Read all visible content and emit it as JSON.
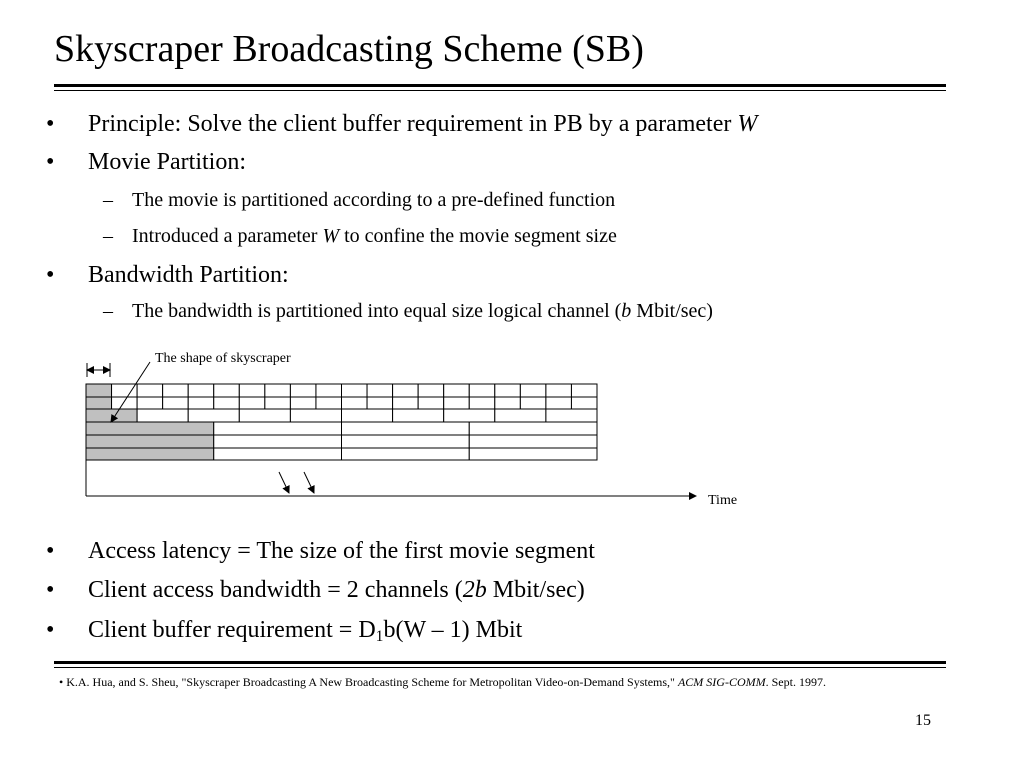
{
  "slide": {
    "title": "Skyscraper Broadcasting Scheme (SB)",
    "bullet_symbol": "•",
    "dash_symbol": "–",
    "bullets_top": [
      {
        "parts": [
          {
            "text": "Principle: Solve the client buffer requirement in PB by a parameter ",
            "style": "normal"
          },
          {
            "text": "W",
            "style": "italic"
          }
        ]
      },
      {
        "parts": [
          {
            "text": "Movie Partition:",
            "style": "normal"
          }
        ],
        "subs": [
          {
            "parts": [
              {
                "text": "The movie is partitioned according to a pre-defined function",
                "style": "normal"
              }
            ]
          },
          {
            "parts": [
              {
                "text": "Introduced a parameter ",
                "style": "normal"
              },
              {
                "text": "W",
                "style": "italic"
              },
              {
                "text": " to confine the movie segment size",
                "style": "normal"
              }
            ]
          }
        ]
      },
      {
        "parts": [
          {
            "text": "Bandwidth Partition:",
            "style": "normal"
          }
        ],
        "subs": [
          {
            "parts": [
              {
                "text": "The bandwidth is partitioned into equal size logical channel (",
                "style": "normal"
              },
              {
                "text": "b",
                "style": "italic"
              },
              {
                "text": " Mbit/sec)",
                "style": "normal"
              }
            ]
          }
        ]
      }
    ],
    "diagram": {
      "callout_label": "The shape of skyscraper",
      "axis_label": "Time"
    },
    "bullets_bottom": [
      {
        "parts": [
          {
            "text": "Access latency = The size of the first movie segment",
            "style": "normal"
          }
        ]
      },
      {
        "parts": [
          {
            "text": "Client access bandwidth = 2 channels (",
            "style": "normal"
          },
          {
            "text": "2b",
            "style": "italic"
          },
          {
            "text": " Mbit/sec)",
            "style": "normal"
          }
        ]
      },
      {
        "parts": [
          {
            "text": "Client buffer requirement = D",
            "style": "normal"
          },
          {
            "text": "1",
            "style": "subscript"
          },
          {
            "text": "b(W – 1) Mbit",
            "style": "normal"
          }
        ]
      }
    ],
    "footnote": {
      "parts": [
        {
          "text": "• K.A. Hua, and S. Sheu, \"Skyscraper Broadcasting A New Broadcasting Scheme for Metropolitan Video-on-Demand Systems,\" ",
          "style": "normal"
        },
        {
          "text": "ACM SIG-COMM",
          "style": "italic"
        },
        {
          "text": ". Sept. 1997.",
          "style": "normal"
        }
      ]
    },
    "page_number": "15",
    "colors": {
      "text": "#000000",
      "background": "#ffffff",
      "shaded_segment": "#c0c0c0"
    }
  }
}
